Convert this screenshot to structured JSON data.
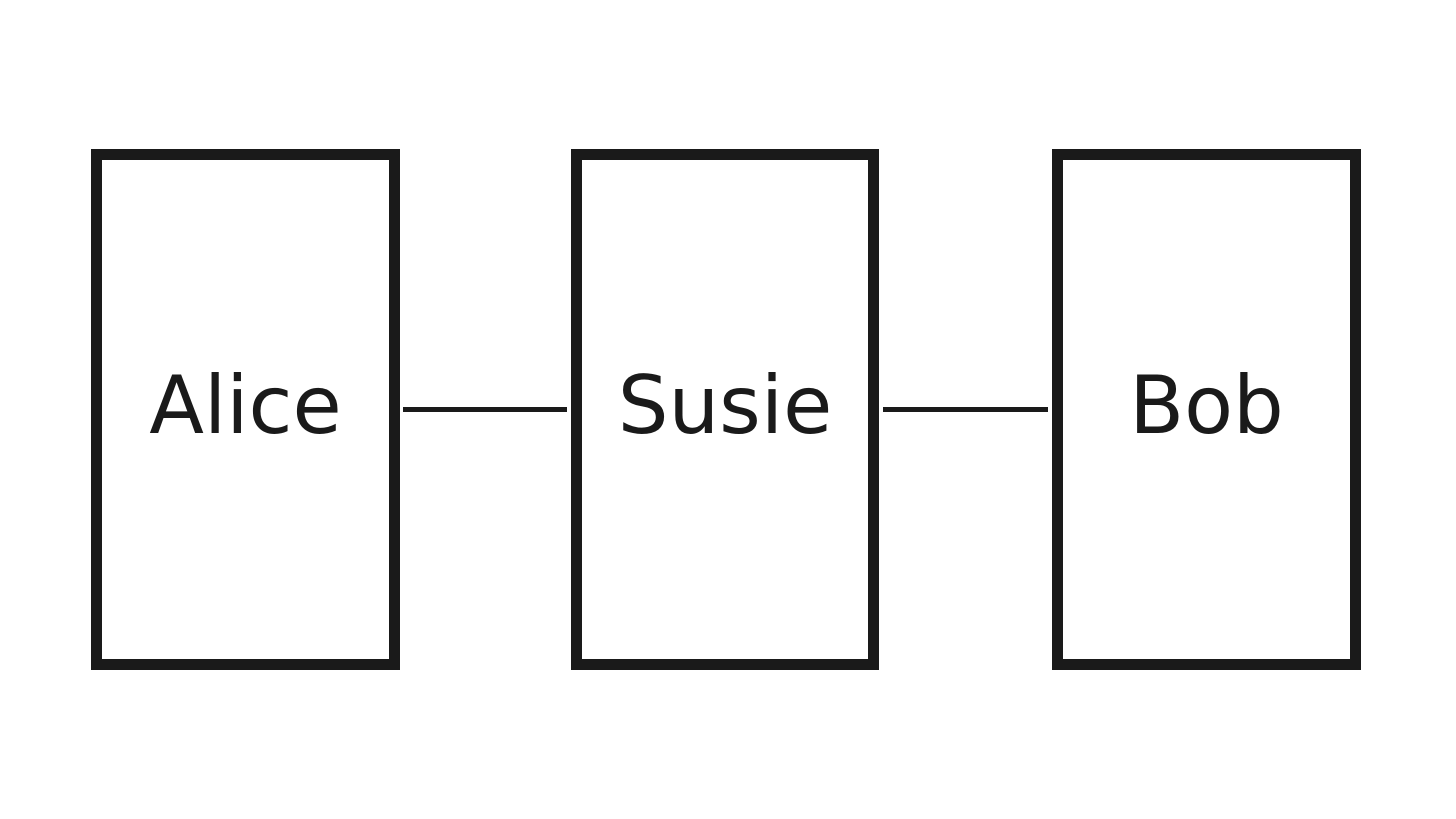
{
  "diagram": {
    "nodes": [
      {
        "id": "alice",
        "label": "Alice"
      },
      {
        "id": "susie",
        "label": "Susie"
      },
      {
        "id": "bob",
        "label": "Bob"
      }
    ],
    "edges": [
      {
        "from": "alice",
        "to": "susie"
      },
      {
        "from": "susie",
        "to": "bob"
      }
    ],
    "colors": {
      "stroke": "#1a1a1a",
      "background": "#ffffff"
    }
  }
}
